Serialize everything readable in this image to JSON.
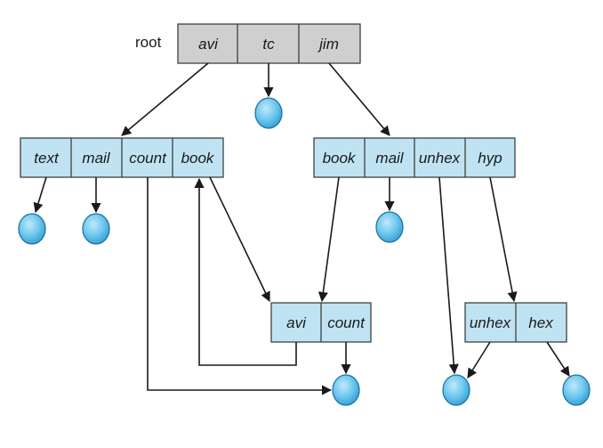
{
  "root": {
    "label": "root",
    "cells": [
      "avi",
      "tc",
      "jim"
    ],
    "color": "#cfcfcf"
  },
  "left_dir": {
    "cells": [
      "text",
      "mail",
      "count",
      "book"
    ]
  },
  "right_dir": {
    "cells": [
      "book",
      "mail",
      "unhex",
      "hyp"
    ]
  },
  "middle_dir": {
    "cells": [
      "avi",
      "count"
    ]
  },
  "hyp_dir": {
    "cells": [
      "unhex",
      "hex"
    ]
  },
  "colors": {
    "directory_fill": "#bfe3f2",
    "root_fill": "#cfcfcf",
    "file_node": "#5bbde8",
    "line": "#1a1a1a"
  }
}
